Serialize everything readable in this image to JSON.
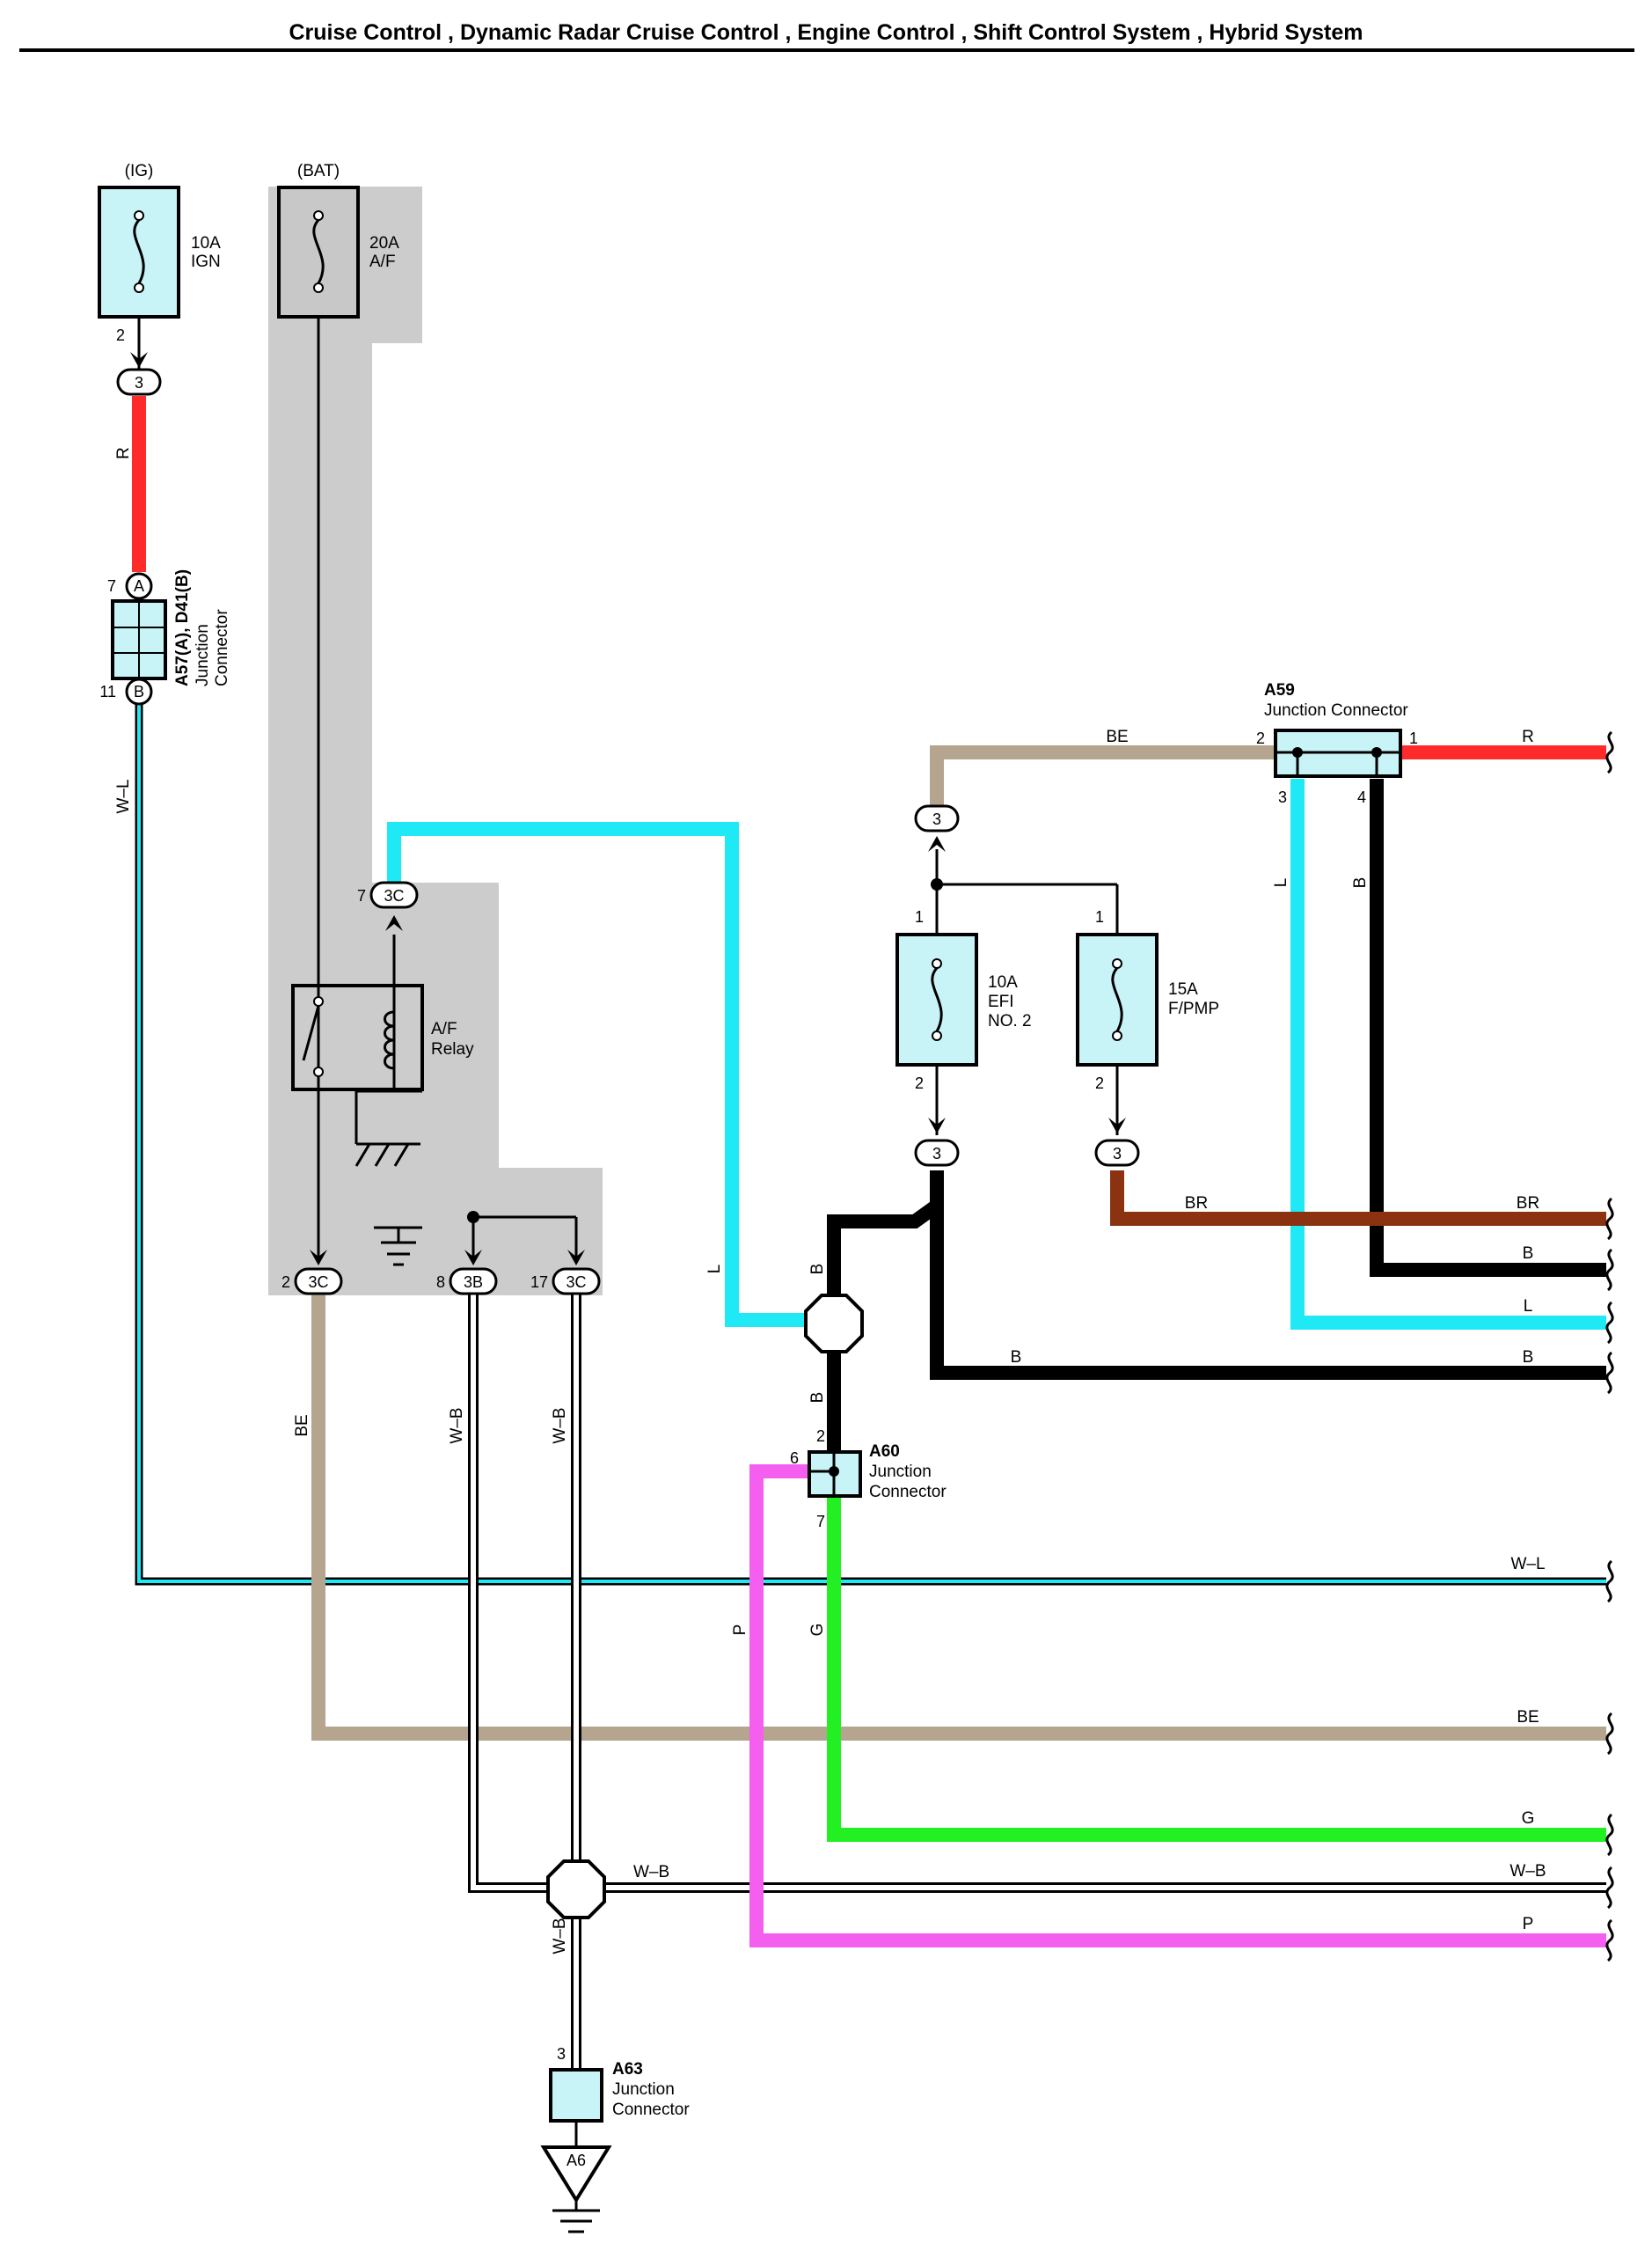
{
  "title": "Cruise Control , Dynamic Radar Cruise Control , Engine Control , Shift Control System , Hybrid System",
  "power_sources": {
    "ig": "(IG)",
    "bat": "(BAT)"
  },
  "fuses": {
    "ign": {
      "rating": "10A",
      "name": "IGN",
      "pin_out": "2"
    },
    "af": {
      "rating": "20A",
      "name": "A/F"
    },
    "efi2": {
      "rating": "10A",
      "name_line1": "EFI",
      "name_line2": "NO. 2",
      "pin_in": "1",
      "pin_out": "2"
    },
    "fpmp": {
      "rating": "15A",
      "name": "F/PMP",
      "pin_in": "1",
      "pin_out": "2"
    }
  },
  "relay": {
    "line1": "A/F",
    "line2": "Relay"
  },
  "connectors": {
    "c3_ign": "3",
    "c3_a59": "3",
    "c3_efi": "3",
    "c3_fpmp": "3",
    "c3c_relay_top": "3C",
    "c3c_relay_top_pin": "7",
    "c3c_bottom": "3C",
    "c3c_bottom_pin": "2",
    "c3b": "3B",
    "c3b_pin": "8",
    "c3c_gnd": "3C",
    "c3c_gnd_pin": "17"
  },
  "junction_a57": {
    "code": "A57(A), D41(B)",
    "line1": "Junction",
    "line2": "Connector",
    "pin_a_num": "7",
    "pin_a": "A",
    "pin_b_num": "11",
    "pin_b": "B"
  },
  "junction_a59": {
    "code": "A59",
    "name": "Junction Connector",
    "pin2": "2",
    "pin1": "1",
    "pin3": "3",
    "pin4": "4"
  },
  "junction_a60": {
    "code": "A60",
    "line1": "Junction",
    "line2": "Connector",
    "pin2": "2",
    "pin6": "6",
    "pin7": "7"
  },
  "junction_a63": {
    "code": "A63",
    "line1": "Junction",
    "line2": "Connector",
    "pin3": "3",
    "ground_code": "A6"
  },
  "wire_labels": {
    "r_top": "R",
    "wl_left": "W–L",
    "be_top": "BE",
    "r_right": "R",
    "l_a59": "L",
    "b_a59": "B",
    "l_cyan": "L",
    "b_splice_upper": "B",
    "b_splice_lower": "B",
    "be_left": "BE",
    "wb_left": "W–B",
    "wb_right": "W–B",
    "wb_mid": "W–B",
    "wb_lower": "W–B",
    "p_vertical": "P",
    "g_vertical": "G",
    "br_mid": "BR",
    "b_mid": "B",
    "out_br": "BR",
    "out_b1": "B",
    "out_l": "L",
    "out_b2": "B",
    "out_wl": "W–L",
    "out_be": "BE",
    "out_g": "G",
    "out_wb": "W–B",
    "out_p": "P"
  },
  "colors": {
    "red": "#ff2b2b",
    "cyan": "#1fe9f5",
    "beige": "#b5a48e",
    "brown": "#8b3210",
    "black": "#000000",
    "green": "#22f022",
    "pink": "#f45ff0",
    "fuse_fill": "#c8f4f7",
    "shade": "#cccccc"
  }
}
